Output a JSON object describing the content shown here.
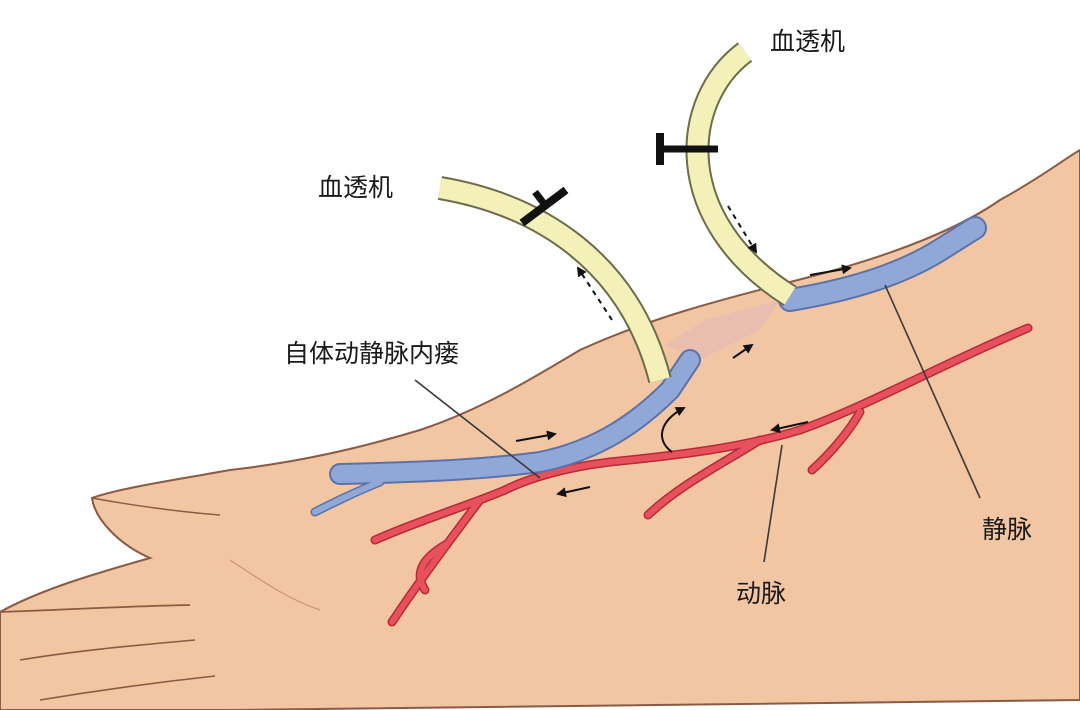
{
  "labels": {
    "machine_left": "血透机",
    "machine_right": "血透机",
    "fistula": "自体动静脉内瘘",
    "vein": "静脉",
    "artery": "动脉"
  },
  "colors": {
    "skin": "#f2c6a2",
    "skin_outline": "#8a5a44",
    "vein": "#8fa8d8",
    "vein_outline": "#5b72a8",
    "artery": "#e8505c",
    "artery_outline": "#b62a38",
    "tube": "#f3f1b8",
    "tube_outline": "#6d6b4a",
    "clamp": "#111111",
    "text": "#1a1a1a"
  }
}
